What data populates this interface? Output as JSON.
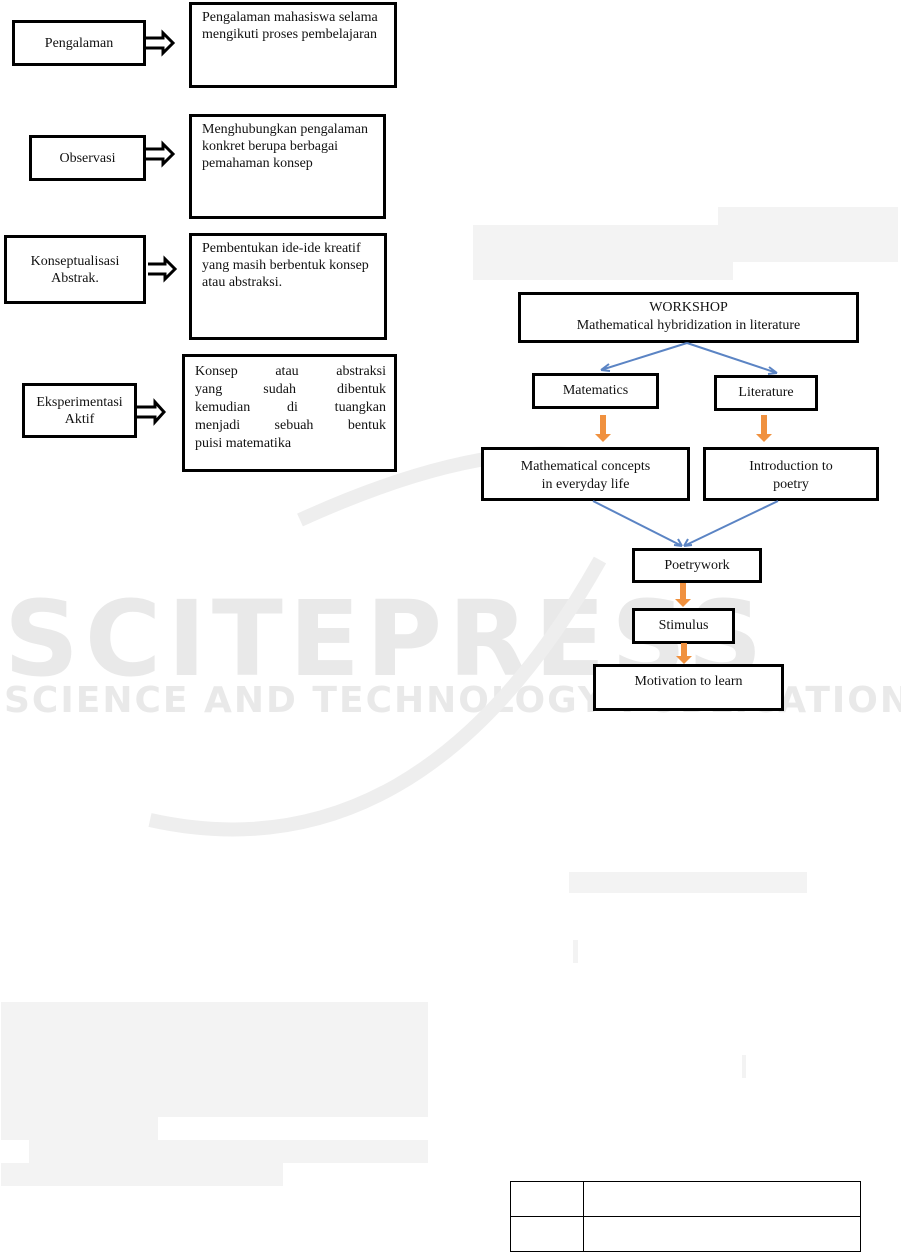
{
  "watermark": {
    "main": "SCITEPRESS",
    "sub": "SCIENCE AND TECHNOLOGY PUBLICATIONS"
  },
  "left_diagram": {
    "rows": [
      {
        "stage": "Pengalaman",
        "description": "Pengalaman mahasiswa selama mengikuti proses pembelajaran"
      },
      {
        "stage": "Observasi",
        "description": "Menghubungkan pengalaman konkret berupa berbagai pemahaman konsep"
      },
      {
        "stage": "Konseptualisasi Abstrak.",
        "description": "Pembentukan ide-ide kreatif yang masih berbentuk konsep atau abstraksi."
      },
      {
        "stage": "Eksperimentasi Aktif",
        "description_lines": [
          "Konsep atau abstraksi",
          "yang sudah dibentuk",
          "kemudian di tuangkan",
          "menjadi sebuah bentuk",
          "puisi matematika"
        ]
      }
    ]
  },
  "right_diagram": {
    "workshop_title": "WORKSHOP",
    "workshop_subtitle": "Mathematical hybridization in literature",
    "matematics": "Matematics",
    "literature": "Literature",
    "math_concepts": "Mathematical concepts in everyday life",
    "intro_poetry": "Introduction to poetry",
    "poetry_work": "Poetrywork",
    "stimulus": "Stimulus",
    "motivation": "Motivation to learn",
    "colors": {
      "connector": "#5b84c4",
      "arrow": "#f0913f"
    }
  }
}
